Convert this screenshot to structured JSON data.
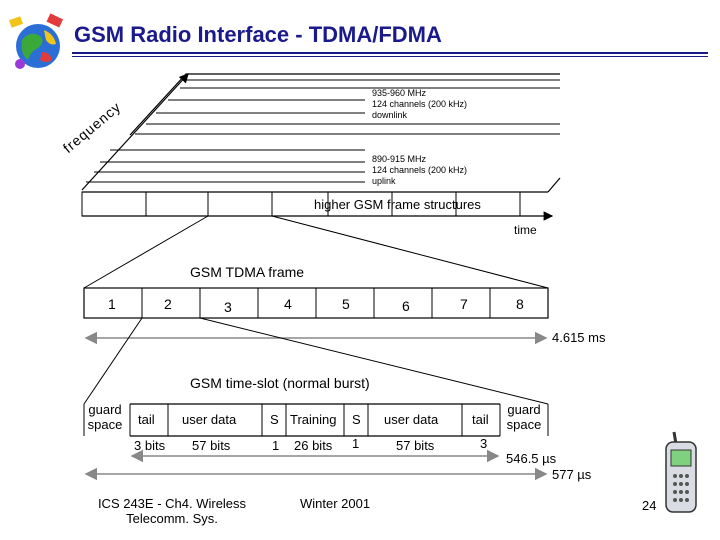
{
  "title": "GSM Radio Interface - TDMA/FDMA",
  "freq_label": "frequency",
  "downlink": {
    "band": "935-960 MHz",
    "channels": "124 channels (200 kHz)",
    "dir": "downlink"
  },
  "uplink": {
    "band": "890-915 MHz",
    "channels": "124 channels (200 kHz)",
    "dir": "uplink"
  },
  "higher_structures": "higher GSM frame structures",
  "time_label": "time",
  "tdma": {
    "title": "GSM TDMA frame",
    "slots": [
      "1",
      "2",
      "3",
      "4",
      "5",
      "6",
      "7",
      "8"
    ],
    "duration": "4.615 ms"
  },
  "burst": {
    "title": "GSM time-slot (normal burst)",
    "guard_left": [
      "guard",
      "space"
    ],
    "guard_right": [
      "guard",
      "space"
    ],
    "fields": [
      "tail",
      "user data",
      "S",
      "Training",
      "S",
      "user data",
      "tail"
    ],
    "bits": [
      "3 bits",
      "57 bits",
      "1",
      "26 bits",
      "1",
      "57 bits",
      "3"
    ],
    "slot_duration": "546.5 µs",
    "total_duration": "577 µs"
  },
  "footer": {
    "left": [
      "ICS 243E - Ch4. Wireless",
      "Telecomm. Sys."
    ],
    "center": "Winter 2001",
    "page": "24"
  },
  "colors": {
    "title": "#1a1a8c",
    "rule": "#1a1a8c",
    "lines": "#000000",
    "arrow": "#888888"
  }
}
